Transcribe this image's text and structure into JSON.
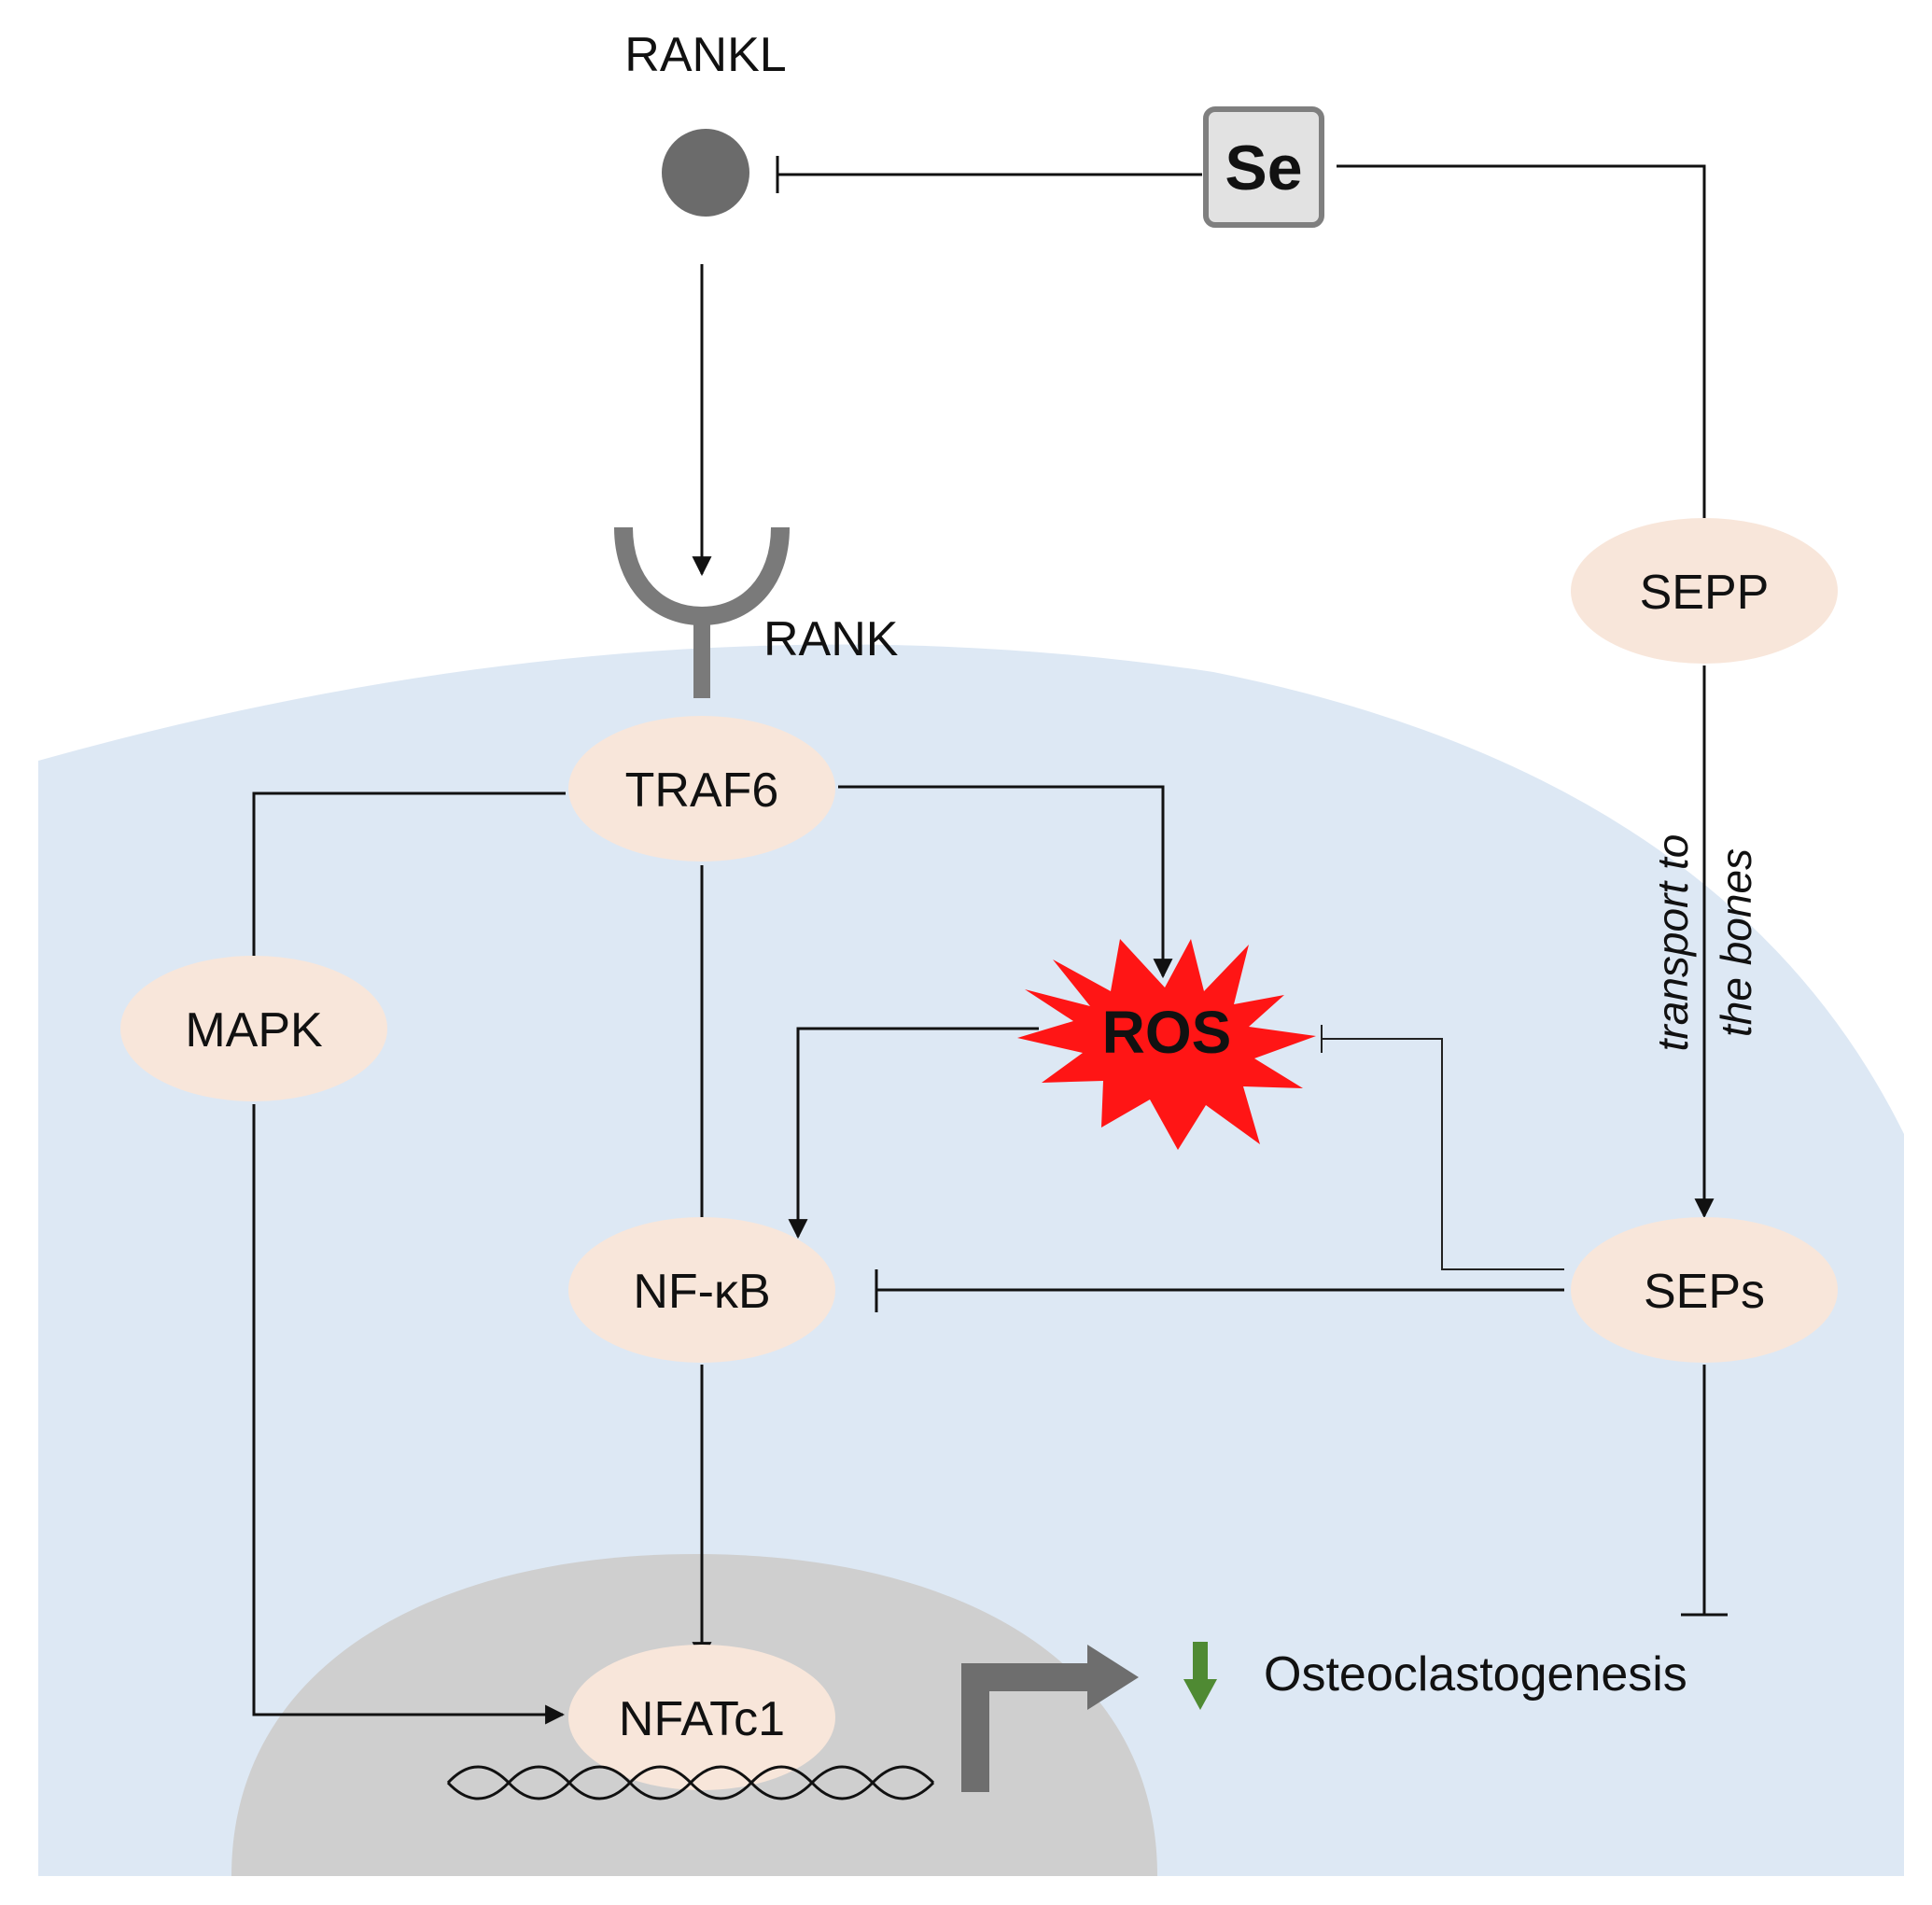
{
  "nodes": {
    "rankl": "RANKL",
    "se": "Se",
    "rank": "RANK",
    "traf6": "TRAF6",
    "mapk": "MAPK",
    "ros": "ROS",
    "nfkb": "NF-κB",
    "nfatc1": "NFATc1",
    "sepp": "SEPP",
    "seps": "SEPs",
    "outcome": "Osteoclastogenesis"
  },
  "annotations": {
    "transport_line1": "transport to",
    "transport_line2": "the bones"
  },
  "colors": {
    "cell": "#dde8f4",
    "nucleus": "#cfcfcf",
    "node_fill": "#f8e6da",
    "ros_burst": "#ff1515",
    "receptor": "#7a7a7a",
    "ligand": "#6b6b6b",
    "se_box_fill": "#e2e2e2",
    "se_box_border": "#7f7f7f",
    "down_arrow": "#4f8a33",
    "promoter_arrow": "#6e6e6e"
  },
  "icons": {
    "ligand": "filled-circle",
    "receptor": "y-shaped-receptor",
    "dna": "double-helix",
    "promoter": "bent-arrow",
    "decrease": "down-arrow"
  }
}
